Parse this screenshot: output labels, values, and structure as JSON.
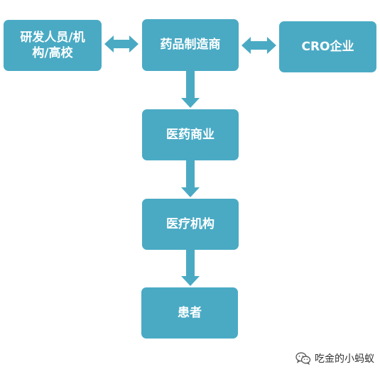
{
  "diagram": {
    "nodes": {
      "researchers": "研发人员/机构/高校",
      "manufacturer": "药品制造商",
      "cro": "CRO企业",
      "distributor": "医药商业",
      "medical_institution": "医疗机构",
      "patient": "患者"
    },
    "colors": {
      "node_fill": "#4aaac4",
      "node_text": "#ffffff",
      "arrow": "#4aaac4"
    }
  },
  "watermark": {
    "text": "吃金的小蚂蚁",
    "icon": "wechat-icon"
  }
}
